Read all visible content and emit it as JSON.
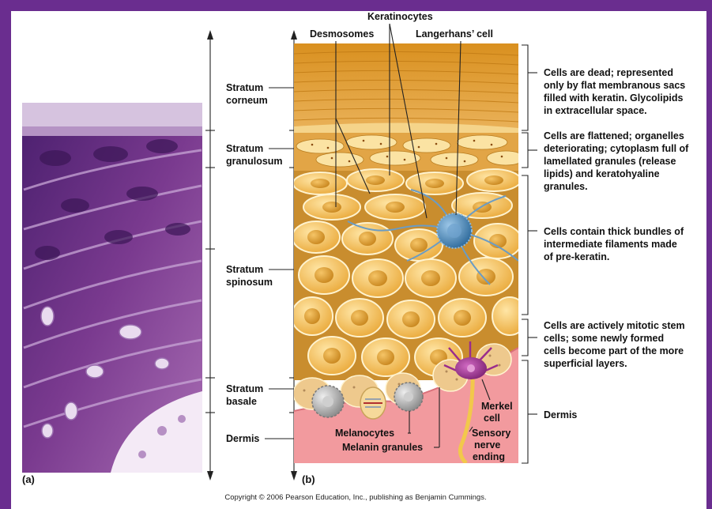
{
  "layers": {
    "corneum": [
      "Stratum",
      "corneum"
    ],
    "granulosum": [
      "Stratum",
      "granulosum"
    ],
    "spinosum": [
      "Stratum",
      "spinosum"
    ],
    "basale": [
      "Stratum",
      "basale"
    ],
    "dermis": "Dermis"
  },
  "callouts": {
    "keratinocytes": "Keratinocytes",
    "desmosomes": "Desmosomes",
    "langerhans": "Langerhans’ cell",
    "melanocytes": "Melanocytes",
    "melanin": "Melanin granules",
    "merkel": [
      "Merkel",
      "cell"
    ],
    "sensory": [
      "Sensory",
      "nerve",
      "ending"
    ]
  },
  "descriptions": {
    "corneum": [
      "Cells are dead; represented",
      "only by flat membranous sacs",
      "filled with keratin. Glycolipids",
      "in extracellular space."
    ],
    "granulosum": [
      "Cells are flattened; organelles",
      "deteriorating; cytoplasm full of",
      "lamellated granules (release",
      "lipids) and keratohyaline",
      "granules."
    ],
    "spinosum": [
      "Cells contain thick bundles of",
      "intermediate filaments made",
      "of pre-keratin."
    ],
    "basale": [
      "Cells are actively mitotic stem",
      "cells; some newly formed",
      "cells become part of the more",
      "superficial layers."
    ],
    "dermis": "Dermis"
  },
  "panels": {
    "a": "(a)",
    "b": "(b)"
  },
  "copyright": "Copyright © 2006 Pearson Education, Inc., publishing as Benjamin Cummings.",
  "colors": {
    "frame": "#6a2d8f",
    "corneum": "#e3a23c",
    "cell": "#f0b64a",
    "nucleus": "#d99a2e",
    "dermis": "#f29a9e",
    "langerhans": "#4a86b8",
    "merkel": "#9a2c8c",
    "histology": "#7a3a8f"
  }
}
